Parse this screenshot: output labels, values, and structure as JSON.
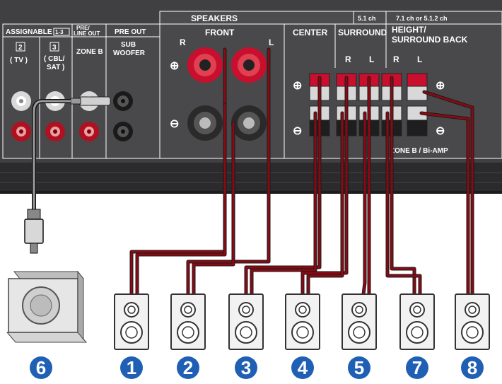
{
  "panel": {
    "speakers_header": "SPEAKERS",
    "ch51_label": "5.1 ch",
    "ch71_label": "7.1 ch or 5.1.2 ch",
    "assignable_label": "ASSIGNABLE",
    "assignable_range": "1-3",
    "pre_line_out_label": "PRE/\nLINE OUT",
    "pre_out_label": "PRE OUT",
    "input2_num": "2",
    "input2_name": "( TV )",
    "input3_num": "3",
    "input3_name_line1": "( CBL/",
    "input3_name_line2": "SAT )",
    "zone_b_label": "ZONE B",
    "sub_label_line1": "SUB",
    "sub_label_line2": "WOOFER",
    "front_label": "FRONT",
    "front_r": "R",
    "front_l": "L",
    "plus_sign": "⊕",
    "minus_sign": "⊖",
    "center_label": "CENTER",
    "surround_label": "SURROUND",
    "surround_r": "R",
    "surround_l": "L",
    "height_label_line1": "HEIGHT/",
    "height_label_line2": "SURROUND BACK",
    "height_r": "R",
    "height_l": "L",
    "zone_bi_amp_label": "ZONE B / Bi-AMP"
  },
  "colors": {
    "panel": "#3f3f42",
    "panel_dark": "#2a2a2c",
    "cable": "#8a0a14",
    "terminal_red": "#c8102e",
    "badge": "#1f5fb4"
  },
  "badges": [
    "6",
    "1",
    "2",
    "3",
    "4",
    "5",
    "7",
    "8"
  ]
}
